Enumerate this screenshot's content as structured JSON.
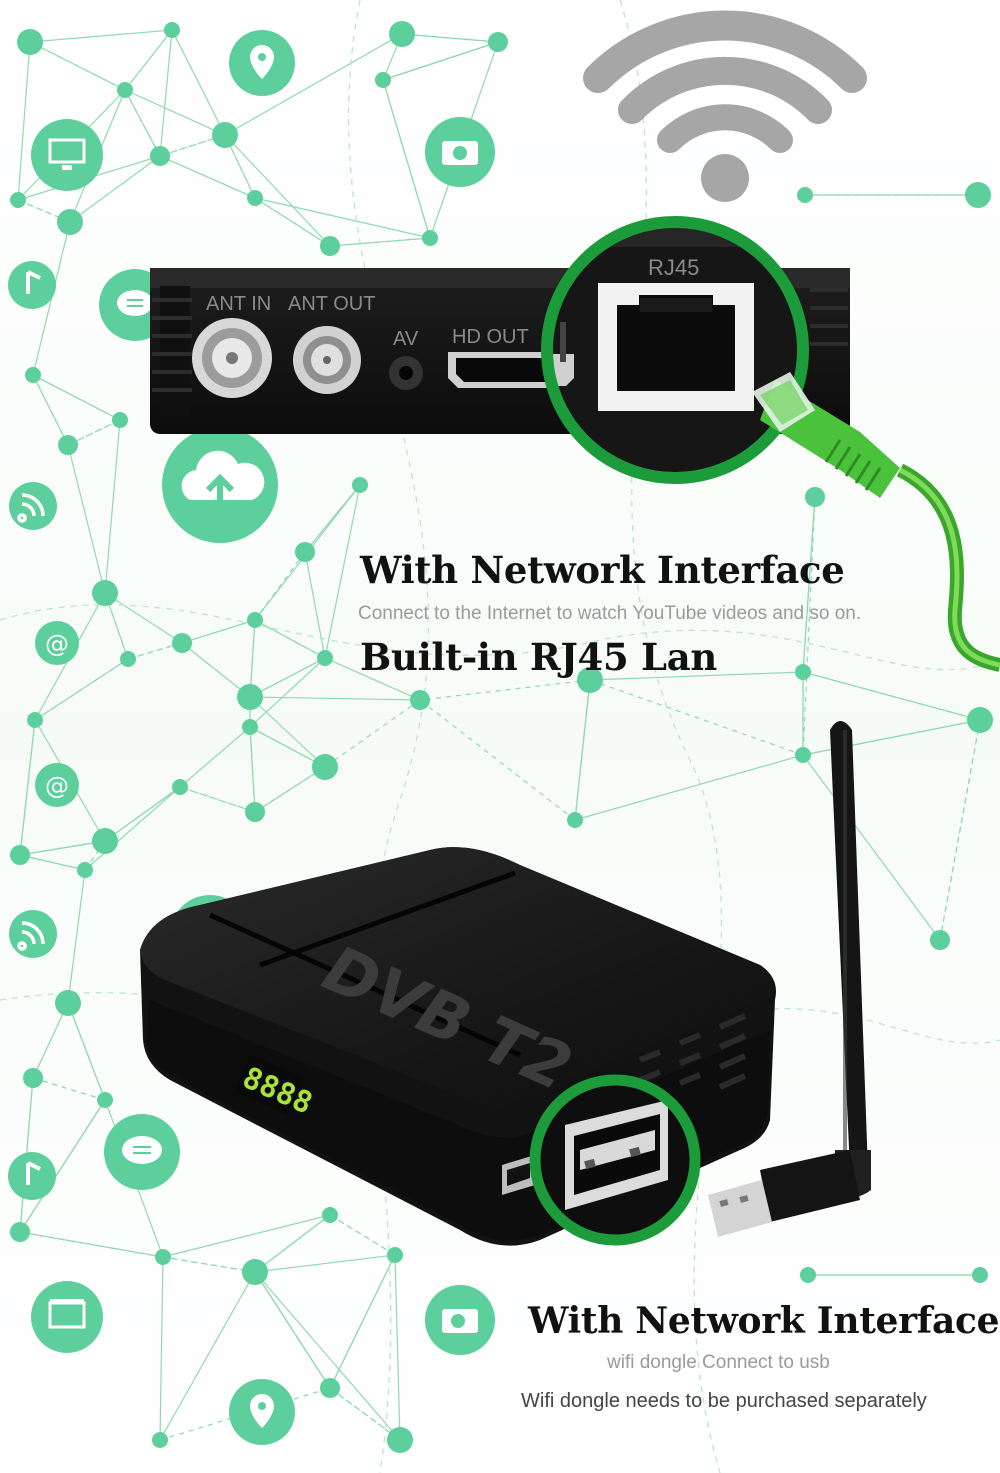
{
  "section1": {
    "heading": "With Network Interface",
    "subtitle": "Connect to the Internet to watch YouTube videos and so on.",
    "heading2": "Built-in RJ45 Lan"
  },
  "section2": {
    "heading": "With Network Interface",
    "line1": "wifi dongle Connect to usb",
    "line2": "Wifi dongle needs to be purchased separately"
  },
  "port_labels": {
    "ant_in": "ANT IN",
    "ant_out": "ANT OUT",
    "av": "AV",
    "hd_out": "HD OUT",
    "rj45": "RJ45"
  },
  "device": {
    "logo": "DVB T2",
    "display": "8888"
  },
  "colors": {
    "accent_green": "#1c9b3a",
    "node_green": "#5ccf9c",
    "cable_green": "#4bc23c"
  }
}
